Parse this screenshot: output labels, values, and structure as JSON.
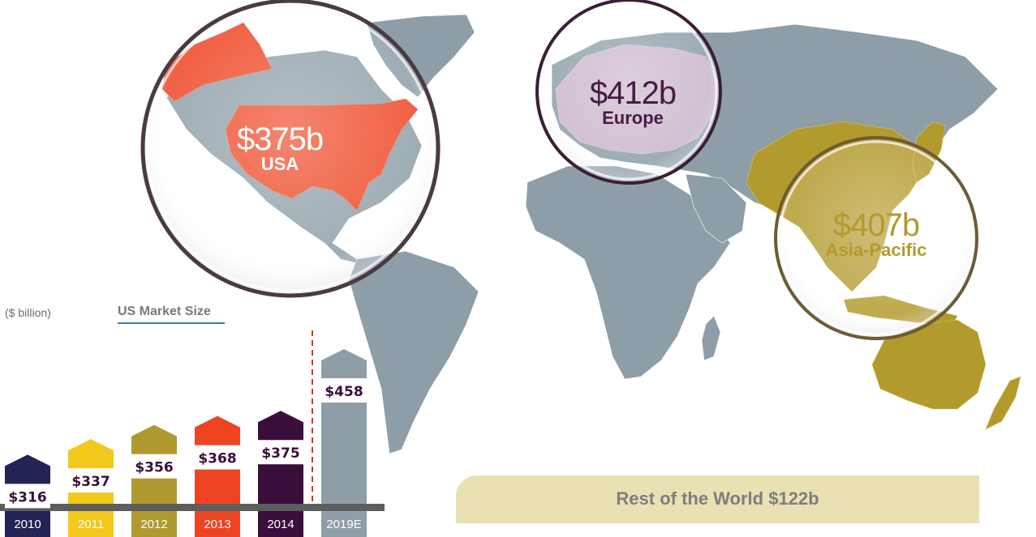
{
  "regions": {
    "usa": {
      "value": "$375b",
      "name": "USA",
      "color": "#ee4422"
    },
    "europe": {
      "value": "$412b",
      "name": "Europe",
      "color": "#c9b5c9"
    },
    "asia_pacific": {
      "value": "$407b",
      "name": "Asia-Pacific",
      "color": "#b39a2d"
    },
    "rest_of_world": {
      "label": "Rest of the World $122b"
    }
  },
  "map_color": "#8d9ea8",
  "chart_data": {
    "type": "bar",
    "title": "US Market Size",
    "unit_label": "($ billion)",
    "categories": [
      "2010",
      "2011",
      "2012",
      "2013",
      "2014",
      "2019E"
    ],
    "values": [
      316,
      337,
      356,
      368,
      375,
      458
    ],
    "value_labels": [
      "$316",
      "$337",
      "$356",
      "$368",
      "$375",
      "$458"
    ],
    "colors": [
      "#232355",
      "#f2c81b",
      "#b09a30",
      "#ee4422",
      "#3b0d3b",
      "#8e9ea8"
    ],
    "ylim": [
      250,
      470
    ],
    "forecast_divider_after": "2014",
    "grid": false,
    "legend": "none"
  }
}
